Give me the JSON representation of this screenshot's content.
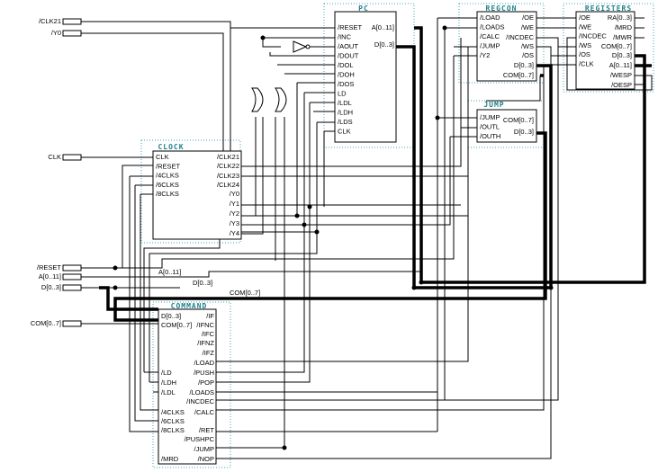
{
  "blocks": [
    {
      "key": "pc",
      "title": "PC",
      "left": [
        "/RESET",
        "/INC",
        "/AOUT",
        "/DOUT",
        "/DOL",
        "/DOH",
        "/DOS",
        "LD",
        "/LDL",
        "/LDH",
        "/LDS",
        "CLK"
      ],
      "right": [
        "A[0..11]",
        "D[0..3]"
      ]
    },
    {
      "key": "regcon",
      "title": "REGCON",
      "left": [
        "/LOAD",
        "/LOADS",
        "/CALC",
        "/JUMP",
        "/Y2"
      ],
      "right": [
        "/OE",
        "/WE",
        "/INCDEC",
        "/WS",
        "/OS",
        "D[0..3]",
        "COM[0..7]"
      ]
    },
    {
      "key": "registers",
      "title": "REGISTERS",
      "left": [
        "/OE",
        "/WE",
        "/INCDEC",
        "/WS",
        "/OS",
        "/CLK"
      ],
      "right": [
        "RA[0..3]",
        "/MRD",
        "/MWR",
        "COM[0..7]",
        "D[0..3]",
        "A[0..11]",
        "/WESP",
        "/OESP"
      ]
    },
    {
      "key": "jump",
      "title": "JUMP",
      "left": [
        "/JUMP",
        "/OUTL",
        "/OUTH"
      ],
      "right": [
        "COM[0..7]",
        "D[0..3]"
      ]
    },
    {
      "key": "clock",
      "title": "CLOCK",
      "left": [
        "CLK",
        "/RESET",
        "/4CLKS",
        "/6CLKS",
        "/8CLKS"
      ],
      "right": [
        "/CLK21",
        "/CLK22",
        "/CLK23",
        "/CLK24",
        "/Y0",
        "/Y1",
        "/Y2",
        "/Y3",
        "/Y4"
      ]
    },
    {
      "key": "command",
      "title": "COMMAND",
      "left": [
        "D[0..3]",
        "COM[0..7]",
        "/LD",
        "/LDH",
        "/LDL",
        "/4CLKS",
        "/6CLKS",
        "/8CLKS",
        "/MRD"
      ],
      "right": [
        "/IF",
        "/IFNC",
        "/IFC",
        "/IFNZ",
        "/IFZ",
        "/LOAD",
        "/PUSH",
        "/POP",
        "/LOADS",
        "/INCDEC",
        "/CALC",
        "/RET",
        "/PUSHPC",
        "/JUMP",
        "/NOP"
      ]
    }
  ],
  "ports": [
    "/CLK21",
    "/Y0",
    "CLK",
    "/RESET",
    "A[0..11]",
    "D[0..3]",
    "COM[0..7]"
  ],
  "nets": [
    "A[0..11]",
    "D[0..3]",
    "COM[0..7]"
  ]
}
